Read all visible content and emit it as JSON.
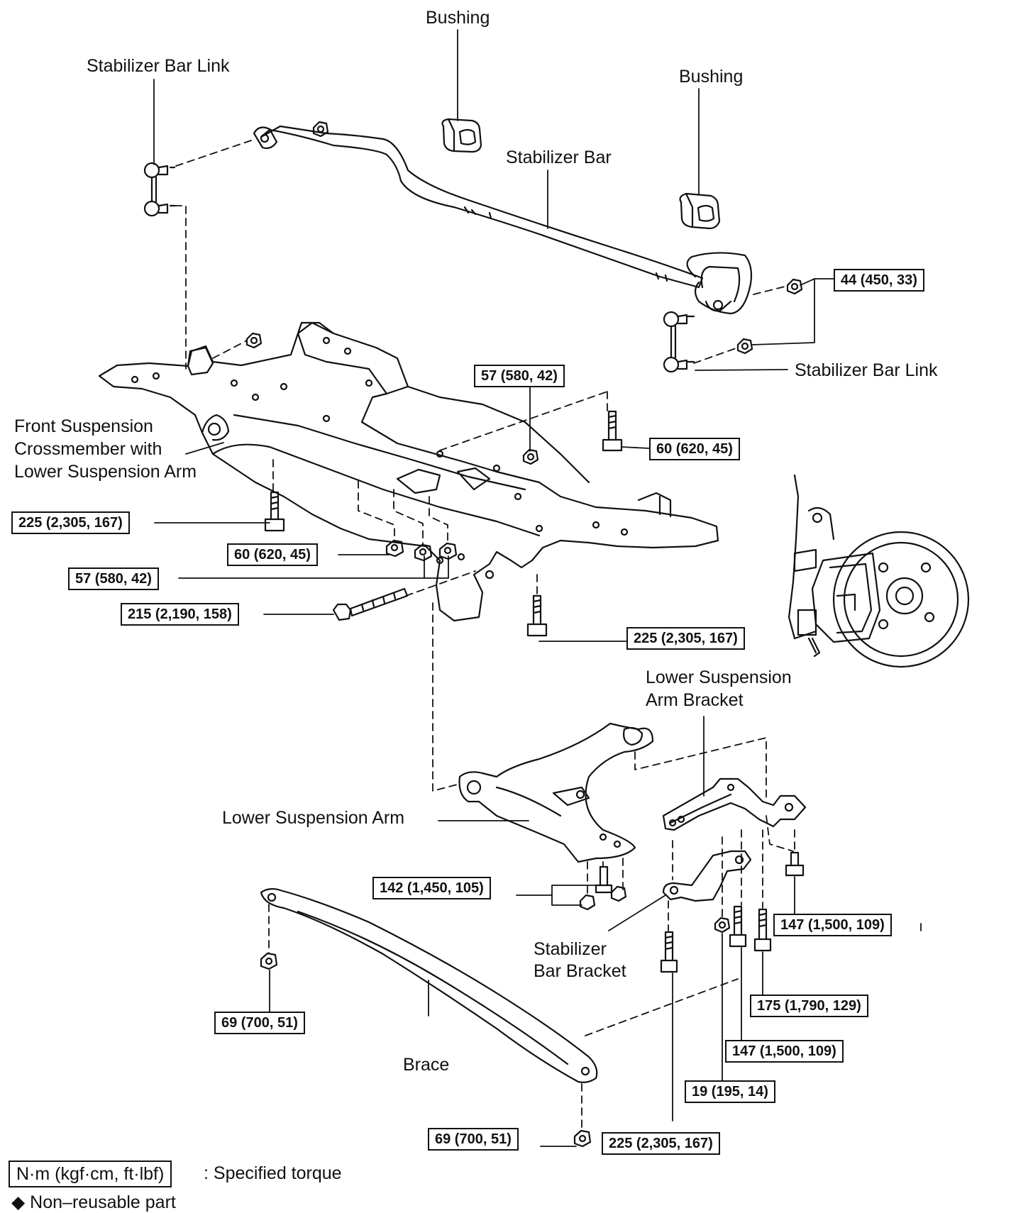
{
  "labels": {
    "bushing_left": "Bushing",
    "bushing_right": "Bushing",
    "stab_link_left": "Stabilizer Bar Link",
    "stab_link_right": "Stabilizer Bar Link",
    "stabilizer_bar": "Stabilizer Bar",
    "crossmember_1": "Front Suspension",
    "crossmember_2": "Crossmember with",
    "crossmember_3": "Lower Suspension Arm",
    "lower_bracket_1": "Lower Suspension",
    "lower_bracket_2": "Arm Bracket",
    "lower_arm": "Lower Suspension Arm",
    "stab_bracket_1": "Stabilizer",
    "stab_bracket_2": "Bar Bracket",
    "brace": "Brace"
  },
  "torques": {
    "t44": "44 (450, 33)",
    "t57a": "57 (580, 42)",
    "t60a": "60 (620, 45)",
    "t225a": "225 (2,305, 167)",
    "t60b": "60 (620, 45)",
    "t57b": "57 (580, 42)",
    "t215": "215 (2,190, 158)",
    "t225b": "225 (2,305, 167)",
    "t142": "142 (1,450, 105)",
    "t147a": "147 (1,500, 109)",
    "t175": "175 (1,790, 129)",
    "t147b": "147 (1,500, 109)",
    "t19": "19 (195, 14)",
    "t69a": "69 (700, 51)",
    "t69b": "69 (700, 51)",
    "t225c": "225 (2,305, 167)"
  },
  "legend": {
    "unit_box": "N·m (kgf·cm, ft·lbf)",
    "unit_desc": ": Specified torque",
    "nonreusable": "◆ Non–reusable part"
  }
}
